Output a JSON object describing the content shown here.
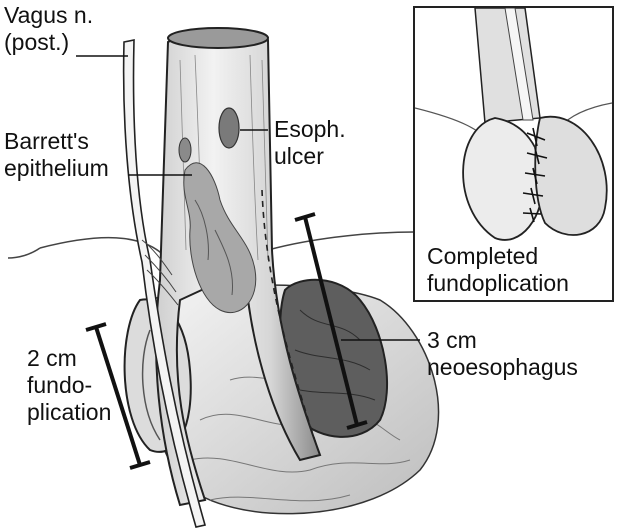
{
  "labels": {
    "vagus_line1": "Vagus n.",
    "vagus_line2": "(post.)",
    "barretts_line1": "Barrett's",
    "barretts_line2": "epithelium",
    "ulcer_line1": "Esoph.",
    "ulcer_line2": "ulcer",
    "fundo_line1": "2 cm",
    "fundo_line2": "fundo-",
    "fundo_line3": "plication",
    "neo_line1": "3 cm",
    "neo_line2": "neoesophagus",
    "inset_line1": "Completed",
    "inset_line2": "fundoplication"
  },
  "colors": {
    "ink": "#1a1a1a",
    "tissue_light": "#e6e6e6",
    "tissue_mid": "#bdbdbd",
    "tissue_dark": "#6e6e6e",
    "background": "#ffffff"
  }
}
